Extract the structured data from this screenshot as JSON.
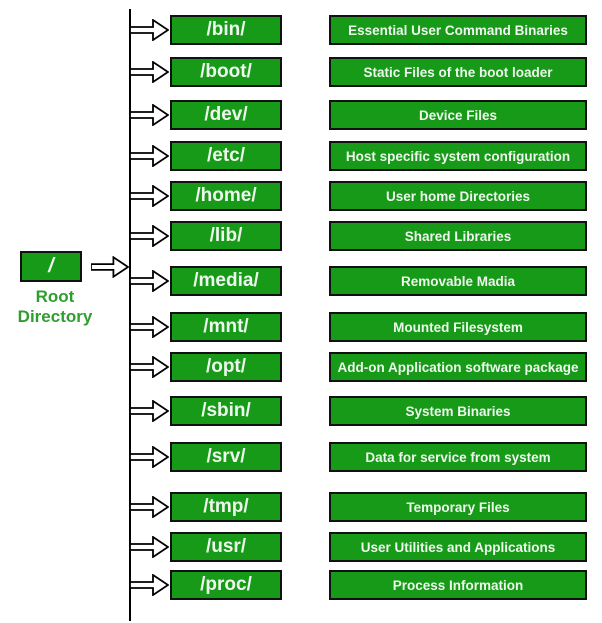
{
  "diagram": {
    "root": {
      "label": "/",
      "caption": "Root Directory"
    },
    "rows": [
      {
        "dir": "/bin/",
        "desc": "Essential User Command Binaries"
      },
      {
        "dir": "/boot/",
        "desc": "Static Files of the boot loader"
      },
      {
        "dir": "/dev/",
        "desc": "Device Files"
      },
      {
        "dir": "/etc/",
        "desc": "Host specific system configuration"
      },
      {
        "dir": "/home/",
        "desc": "User home Directories"
      },
      {
        "dir": "/lib/",
        "desc": "Shared Libraries"
      },
      {
        "dir": "/media/",
        "desc": "Removable Madia"
      },
      {
        "dir": "/mnt/",
        "desc": "Mounted Filesystem"
      },
      {
        "dir": "/opt/",
        "desc": "Add-on Application software package"
      },
      {
        "dir": "/sbin/",
        "desc": "System Binaries"
      },
      {
        "dir": "/srv/",
        "desc": "Data for service from system"
      },
      {
        "dir": "/tmp/",
        "desc": "Temporary Files"
      },
      {
        "dir": "/usr/",
        "desc": "User Utilities and Applications"
      },
      {
        "dir": "/proc/",
        "desc": "Process Information"
      }
    ],
    "colors": {
      "box_fill": "#179a17",
      "box_border": "#111111",
      "box_text": "#eef7ee",
      "caption_text": "#2f9e2f",
      "line": "#000000"
    }
  }
}
